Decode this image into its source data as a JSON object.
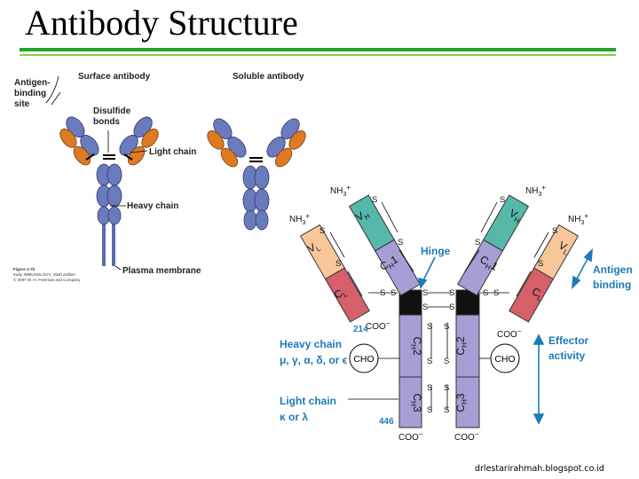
{
  "slide": {
    "title": "Antibody Structure",
    "footer_credit": "drlestarirahmah.blogspot.co.id"
  },
  "upper_panel": {
    "surface_heading": "Surface antibody",
    "soluble_heading": "Soluble antibody",
    "antigen_site": [
      "Antigen-",
      "binding",
      "site"
    ],
    "disulfide": [
      "Disulfide",
      "bonds"
    ],
    "light_chain": "Light chain",
    "heavy_chain": "Heavy chain",
    "membrane": "Plasma membrane",
    "figure_credit": [
      "Figure 1-7b",
      "Kuby IMMUNOLOGY, Sixth Edition",
      "© 2007 W. H. Freeman and Company"
    ]
  },
  "lower_panel": {
    "nh3": "NH",
    "nh3_sub": "3",
    "nh3_sup": "+",
    "coo": "COO",
    "coo_sup": "−",
    "hinge": "Hinge",
    "cho": "CHO",
    "vh": "V",
    "vh_sub": "H",
    "vl": "V",
    "vl_sub": "L",
    "cl": "C",
    "cl_sub": "L",
    "ch1": "C",
    "ch1_sub": "H",
    "ch1_num": "1",
    "ch2": "C",
    "ch2_sub": "H",
    "ch2_num": "2",
    "ch3": "C",
    "ch3_sub": "H",
    "ch3_num": "3",
    "s": "S",
    "residue_214": "214",
    "residue_446": "446",
    "heavy_chain_label": "Heavy chain",
    "heavy_chain_types": "μ, γ, α, δ, or ϵ",
    "light_chain_label": "Light chain",
    "light_chain_types": "κ or λ",
    "antigen_binding": [
      "Antigen",
      "binding"
    ],
    "effector_activity": [
      "Effector",
      "activity"
    ]
  },
  "colors": {
    "title_rule": "#21a32a",
    "title_rule_light": "#8ccf3c",
    "heavy_chain_blue": "#6a7bbd",
    "light_chain_orange": "#dd7a22",
    "vh_teal": "#55b8a8",
    "vl_peach": "#f7c79a",
    "cl_red": "#d6606a",
    "ch_lavender": "#a79ed6",
    "hinge_black": "#111111",
    "label_blue": "#1d7bb5"
  }
}
